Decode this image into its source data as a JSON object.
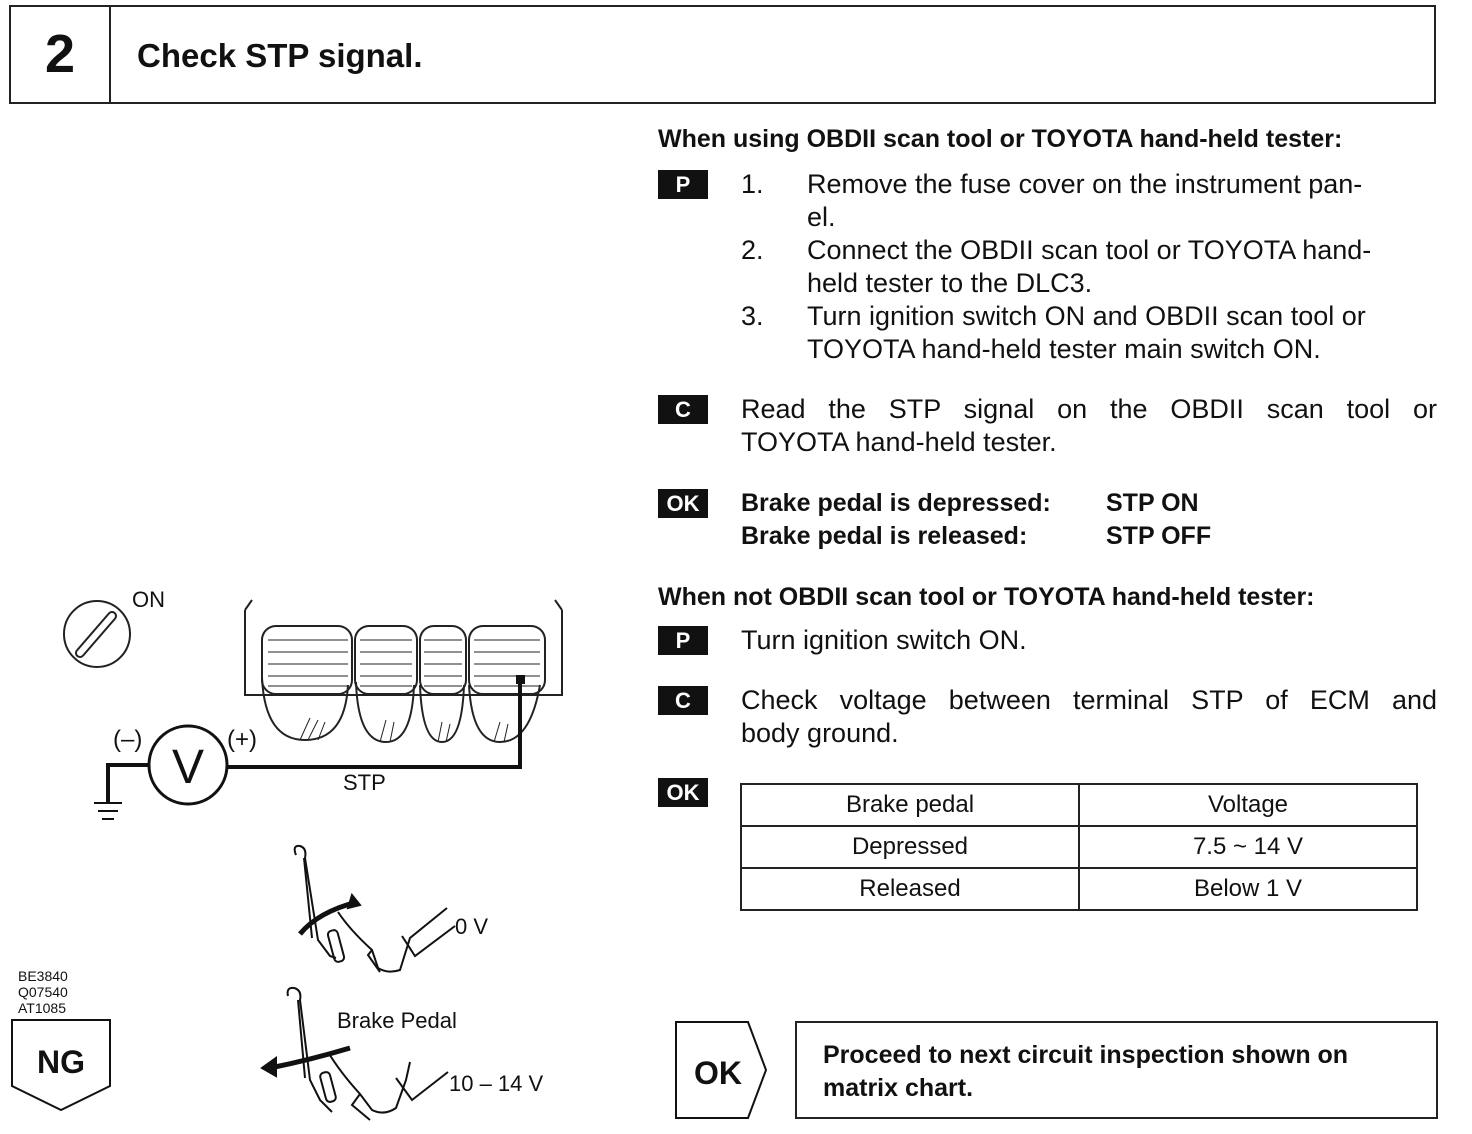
{
  "header": {
    "step_number": "2",
    "title": "Check STP signal."
  },
  "section1": {
    "heading": "When using OBDII scan tool or TOYOTA hand-held tester:",
    "prep_tag": "P",
    "steps": [
      {
        "num": "1.",
        "line1": "Remove the fuse cover on the instrument pan-",
        "line2": "el."
      },
      {
        "num": "2.",
        "line1": "Connect the OBDII scan tool or TOYOTA hand-",
        "line2": "held tester to the DLC3."
      },
      {
        "num": "3.",
        "line1": "Turn ignition switch ON and OBDII scan tool or",
        "line2": "TOYOTA hand-held tester main switch ON."
      }
    ],
    "check_tag": "C",
    "check_line1": "Read the STP signal on the OBDII scan tool or",
    "check_line2": "TOYOTA hand-held tester.",
    "ok_tag": "OK",
    "ok_rows": [
      {
        "label": "Brake pedal is depressed:",
        "value": "STP ON"
      },
      {
        "label": "Brake pedal is released:",
        "value": "STP OFF"
      }
    ]
  },
  "section2": {
    "heading": "When not OBDII scan tool or TOYOTA hand-held tester:",
    "prep_tag": "P",
    "prep_text": "Turn ignition switch ON.",
    "check_tag": "C",
    "check_line1": "Check voltage between terminal STP of ECM and",
    "check_line2": "body ground.",
    "ok_tag": "OK",
    "table": {
      "headers": [
        "Brake pedal",
        "Voltage"
      ],
      "rows": [
        [
          "Depressed",
          "7.5 ~ 14 V"
        ],
        [
          "Released",
          "Below 1 V"
        ]
      ]
    }
  },
  "figure": {
    "ignition_label": "ON",
    "minus_label": "(–)",
    "plus_label": "(+)",
    "meter_label": "V",
    "wire_label": "STP",
    "pedal_top_voltage": "0 V",
    "pedal_label": "Brake Pedal",
    "pedal_bottom_voltage": "10 – 14 V",
    "codes": [
      "BE3840",
      "Q07540",
      "AT1085"
    ]
  },
  "result": {
    "ng_label": "NG",
    "ok_label": "OK",
    "ok_text": "Proceed to next circuit inspection shown on matrix chart."
  }
}
